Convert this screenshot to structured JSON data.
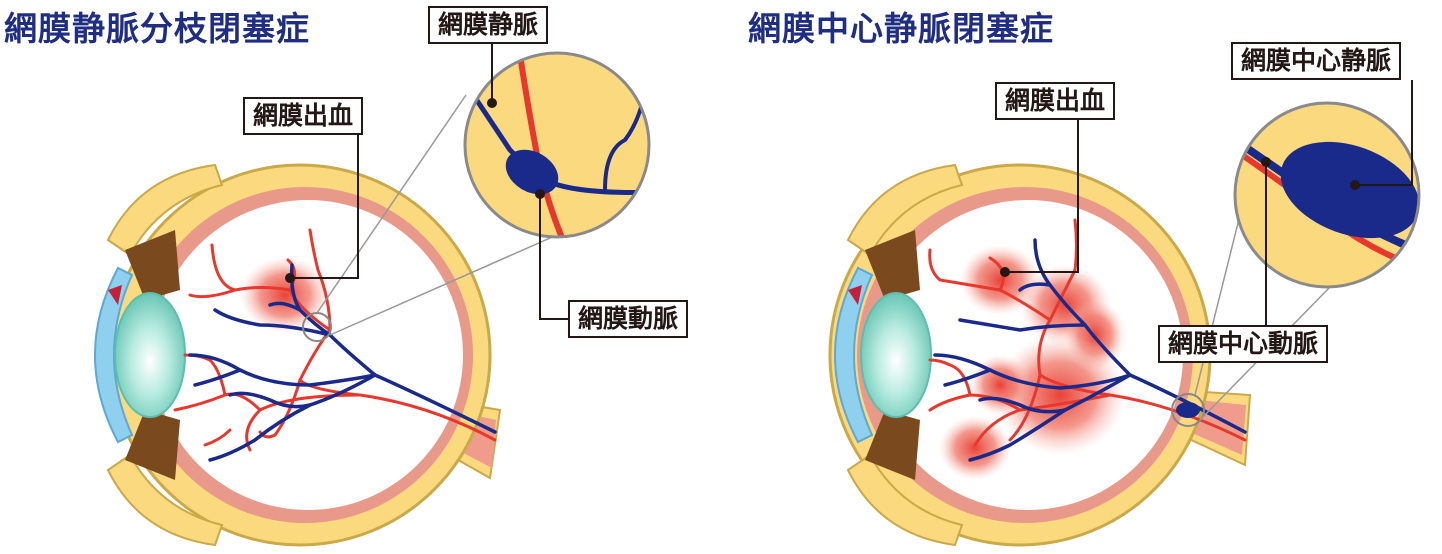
{
  "left_panel": {
    "title": "網膜静脈分枝閉塞症",
    "labels": {
      "hemorrhage": "網膜出血",
      "vein": "網膜静脈",
      "artery": "網膜動脈"
    }
  },
  "right_panel": {
    "title": "網膜中心静脈閉塞症",
    "labels": {
      "hemorrhage": "網膜出血",
      "central_vein": "網膜中心静脈",
      "central_artery": "網膜中心動脈"
    }
  },
  "colors": {
    "title": "#1f2e83",
    "vein": "#1a2a8a",
    "artery": "#e8382e",
    "sclera": "#fbd97e",
    "choroid": "#e8998a",
    "iris": "#7a4a1e",
    "cornea": "#8fd0ee",
    "lens": "#7fd0c0",
    "hemorrhage": "#e8382e"
  }
}
